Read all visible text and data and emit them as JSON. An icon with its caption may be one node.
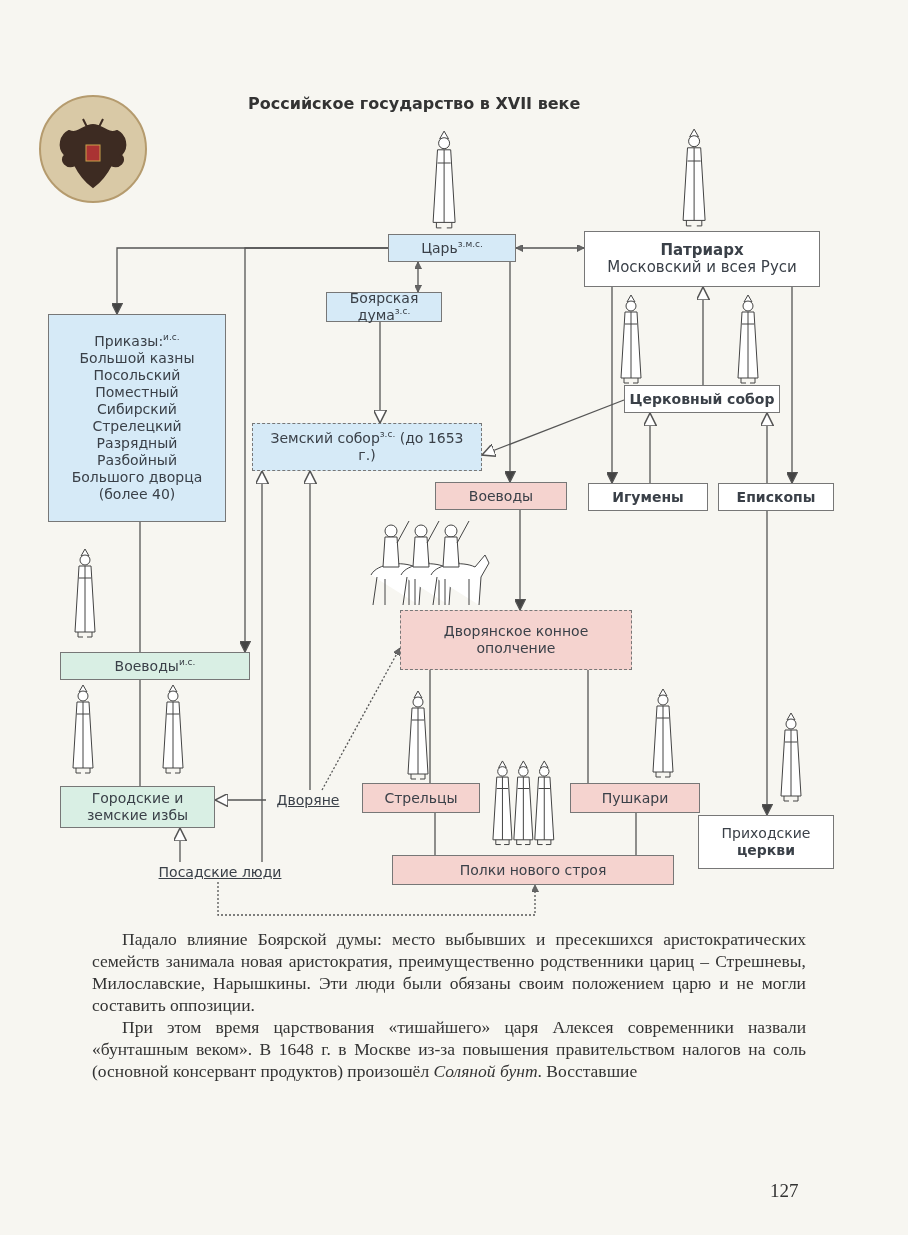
{
  "diagram": {
    "title": "Российское государство в XVII веке",
    "nodes": [
      {
        "text": [
          "Царь$^{з.м.с.}$"
        ]
      },
      {
        "text": [
          "Патриарх",
          "Московский и всея Руси"
        ]
      },
      {
        "text": [
          "Боярская дума$^{з.с.}$"
        ]
      },
      {
        "text": [
          "Приказы:$^{и.с.}$",
          "Большой казны",
          "Посольский",
          "Поместный",
          "Сибирский",
          "Стрелецкий",
          "Разрядный",
          "Разбойный",
          "Большого дворца",
          "(более 40)"
        ]
      },
      {
        "text": [
          "Церковный собор"
        ]
      },
      {
        "text": [
          "Земский собор$^{з.с.}$ (до 1653 г.)"
        ]
      },
      {
        "text": [
          "Воеводы"
        ]
      },
      {
        "text": [
          "Игумены"
        ]
      },
      {
        "text": [
          "Епископы"
        ]
      },
      {
        "text": [
          "Дворянское конное ополчение"
        ]
      },
      {
        "text": [
          "Воеводы$^{и.с.}$"
        ]
      },
      {
        "text": [
          "Городские и земские избы"
        ]
      },
      {
        "text": [
          "Дворяне"
        ]
      },
      {
        "text": [
          "Стрельцы"
        ]
      },
      {
        "text": [
          "Пушкари"
        ]
      },
      {
        "text": [
          "Полки нового строя"
        ]
      },
      {
        "text": [
          "Приходские **церкви**"
        ]
      },
      {
        "text": [
          "Посадские люди"
        ]
      }
    ],
    "edges": [
      {
        "from": 0,
        "to": 1,
        "arrow": "both"
      },
      {
        "from": 0,
        "to": 2,
        "arrow": "both"
      },
      {
        "from": 0,
        "to": 3,
        "arrow": "to"
      },
      {
        "from": 0,
        "to": 10,
        "arrow": "to"
      },
      {
        "from": 0,
        "to": 6,
        "arrow": "to"
      },
      {
        "from": 2,
        "to": 5,
        "arrow": "to"
      },
      {
        "from": 4,
        "to": 5,
        "arrow": "to"
      },
      {
        "from": 1,
        "to": 7,
        "arrow": "to"
      },
      {
        "from": 4,
        "to": 1,
        "arrow": "to"
      },
      {
        "from": 1,
        "to": 8,
        "arrow": "to"
      },
      {
        "from": 7,
        "to": 4,
        "arrow": "to"
      },
      {
        "from": 8,
        "to": 4,
        "arrow": "to"
      },
      {
        "from": 8,
        "to": 16,
        "arrow": "to"
      },
      {
        "from": 6,
        "to": 9,
        "arrow": "to"
      },
      {
        "from": 9,
        "to": 13,
        "arrow": "none"
      },
      {
        "from": 9,
        "to": 14,
        "arrow": "none"
      },
      {
        "from": 13,
        "to": 15,
        "arrow": "none"
      },
      {
        "from": 14,
        "to": 15,
        "arrow": "none"
      },
      {
        "from": 3,
        "to": 10,
        "arrow": "none"
      },
      {
        "from": 10,
        "to": 11,
        "arrow": "none"
      },
      {
        "from": 12,
        "to": 11,
        "arrow": "to"
      },
      {
        "from": 12,
        "to": 5,
        "arrow": "to"
      },
      {
        "from": 12,
        "to": 9,
        "arrow": "to",
        "style": "dashed"
      },
      {
        "from": 17,
        "to": 11,
        "arrow": "to"
      },
      {
        "from": 17,
        "to": 5,
        "arrow": "to"
      },
      {
        "from": 17,
        "to": 15,
        "arrow": "to",
        "style": "dashed"
      }
    ],
    "labels": [
      "Падало влияние Боярской думы: место выбывших и пресекшихся аристократических семейств занимала новая аристократия, преимущественно родственники цариц – Стрешневы, Милославские, Нарышкины. Эти люди были обязаны своим положением царю и не могли составить оппозиции.",
      "При этом время царствования «тишайшего» царя Алексея современники назвали «бунташным веком». В 1648 г. в Москве из-за повышения правительством налогов на соль (основной консервант продуктов) произошёл *Соляной бунт*. Восставшие",
      "127"
    ]
  }
}
